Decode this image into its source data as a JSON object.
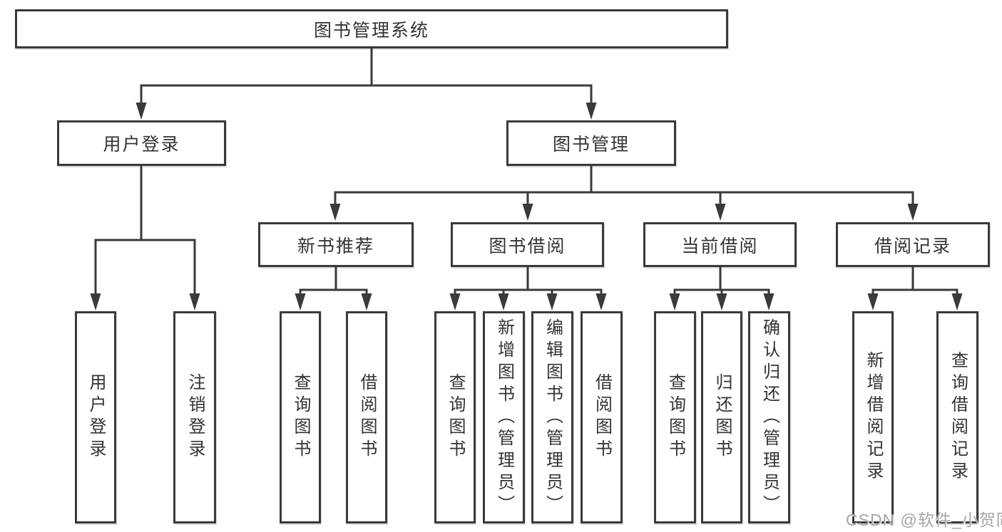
{
  "diagram": {
    "type": "hierarchy-flowchart",
    "watermark": "CSDN @软件_小贺同学",
    "colors": {
      "line": "#3a3a3a",
      "box_border": "#3a3a3a",
      "text": "#333333",
      "watermark": "#a6a6a6",
      "background": "#ffffff"
    },
    "root": {
      "label": "图书管理系统"
    },
    "level2": [
      {
        "label": "用户登录"
      },
      {
        "label": "图书管理"
      }
    ],
    "level3": [
      {
        "label": "新书推荐",
        "parent": "图书管理"
      },
      {
        "label": "图书借阅",
        "parent": "图书管理"
      },
      {
        "label": "当前借阅",
        "parent": "图书管理"
      },
      {
        "label": "借阅记录",
        "parent": "图书管理"
      }
    ],
    "leaves": [
      {
        "label": "用户登录",
        "parent": "用户登录"
      },
      {
        "label": "注销登录",
        "parent": "用户登录"
      },
      {
        "label": "查询图书",
        "parent": "新书推荐"
      },
      {
        "label": "借阅图书",
        "parent": "新书推荐"
      },
      {
        "label": "查询图书",
        "parent": "图书借阅"
      },
      {
        "label": "新增图书（管理员）",
        "parent": "图书借阅"
      },
      {
        "label": "编辑图书（管理员）",
        "parent": "图书借阅"
      },
      {
        "label": "借阅图书",
        "parent": "图书借阅"
      },
      {
        "label": "查询图书",
        "parent": "当前借阅"
      },
      {
        "label": "归还图书",
        "parent": "当前借阅"
      },
      {
        "label": "确认归还（管理员）",
        "parent": "当前借阅"
      },
      {
        "label": "新增借阅记录",
        "parent": "借阅记录"
      },
      {
        "label": "查询借阅记录",
        "parent": "借阅记录"
      }
    ]
  }
}
